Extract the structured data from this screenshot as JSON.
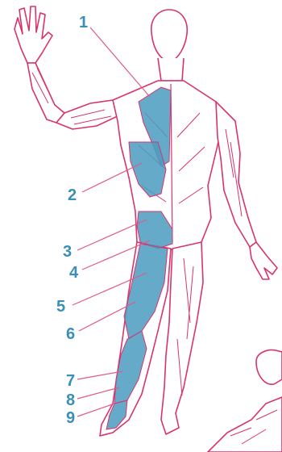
{
  "labels": [
    {
      "text": "1"
    },
    {
      "text": "2"
    },
    {
      "text": "3"
    },
    {
      "text": "4"
    },
    {
      "text": "5"
    },
    {
      "text": "6"
    },
    {
      "text": "7"
    },
    {
      "text": "8"
    },
    {
      "text": "9"
    }
  ],
  "colors": {
    "muscle_line": "#d9336e",
    "highlight_fill": "#4a9cc0",
    "label_blue": "#3a8fb7",
    "leader_line": "#e05a86",
    "background": "#ffffff"
  }
}
